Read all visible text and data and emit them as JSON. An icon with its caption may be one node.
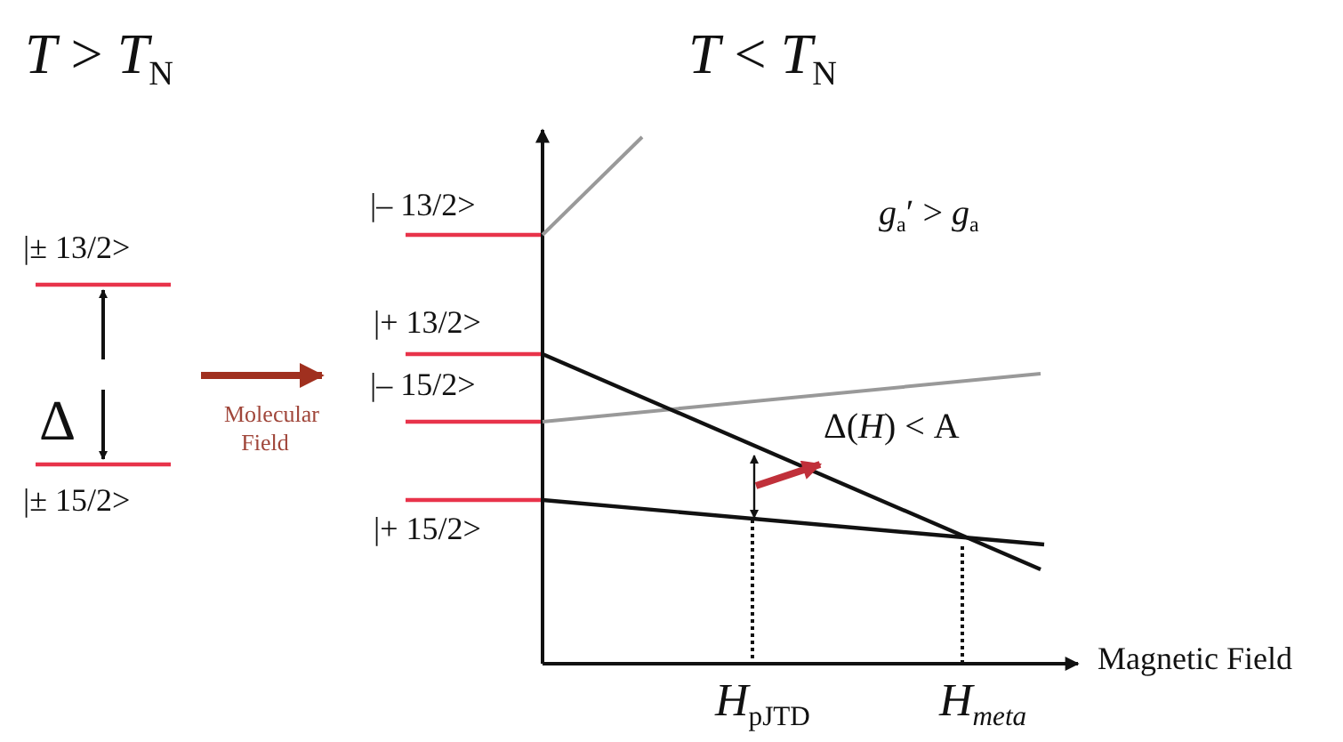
{
  "diagram": {
    "labels": [
      "*T* > *T*$_{N}$",
      "*T* < *T*$_{N}$",
      "|– 13/2>",
      "|± 13/2>",
      "*g*$_{a}$′ > *g*$_{a}$",
      "|+ 13/2>",
      "Δ",
      "Molecular Field",
      "|– 15/2>",
      "|± 15/2>",
      "Δ(*H*) < A",
      "|+ 15/2>",
      "Magnetic Field",
      "*H*$_{pJTD}$",
      "*H*$_{meta}$"
    ]
  }
}
